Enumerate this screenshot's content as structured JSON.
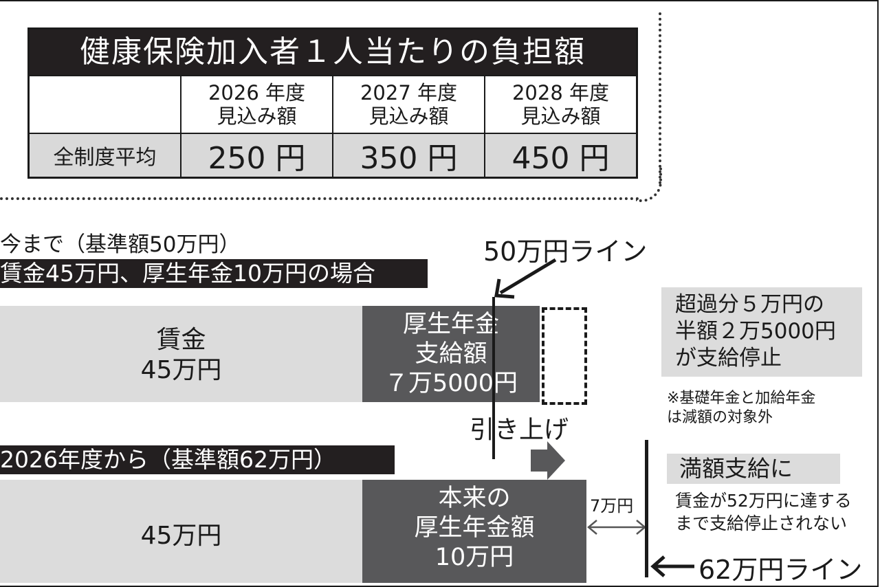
{
  "table": {
    "title": "健康保険加入者１人当たりの負担額",
    "columns": [
      {
        "year": "2026 年度",
        "note": "見込み額"
      },
      {
        "year": "2027 年度",
        "note": "見込み額"
      },
      {
        "year": "2028 年度",
        "note": "見込み額"
      }
    ],
    "row_label": "全制度平均",
    "values": [
      "250 円",
      "350 円",
      "450 円"
    ]
  },
  "current": {
    "heading": "今まで（基準額50万円）",
    "case_label": "賃金45万円、厚生年金10万円の場合",
    "line_label": "50万円ライン",
    "wage_label": "賃金",
    "wage_value": "45万円",
    "pension_line1": "厚生年金",
    "pension_line2": "支給額",
    "pension_line3": "７万5000円",
    "excess_note_line1": "超過分５万円の",
    "excess_note_line2": "半額２万5000円",
    "excess_note_line3": "が支給停止",
    "footnote_line1": "※基礎年金と加給年金",
    "footnote_line2": "は減額の対象外"
  },
  "raise_label": "引き上げ",
  "future": {
    "heading": "2026年度から（基準額62万円）",
    "wage_value": "45万円",
    "pension_line1": "本来の",
    "pension_line2": "厚生年金額",
    "pension_line3": "10万円",
    "gap_label": "7万円",
    "full_payment_label": "満額支給に",
    "full_payment_note_line1": "賃金が52万円に達する",
    "full_payment_note_line2": "まで支給停止されない",
    "line_label": "62万円ライン"
  }
}
